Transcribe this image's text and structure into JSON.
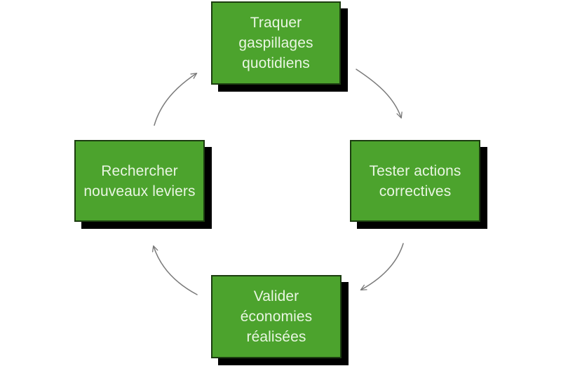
{
  "diagram": {
    "type": "cycle",
    "orientation": "clockwise",
    "background_color": "#ffffff",
    "node_fill_color": "#4CA32D",
    "node_border_color": "#1c3d10",
    "node_shadow_color": "#000000",
    "node_text_color": "#e9f6e2",
    "arrow_color": "#7a7a7a",
    "nodes": [
      {
        "id": "track",
        "position": "top",
        "label": "Traquer\ngaspillages\nquotidiens",
        "line1": "Traquer",
        "line2": "gaspillages",
        "line3": "quotidiens"
      },
      {
        "id": "test",
        "position": "right",
        "label": "Tester actions\ncorrectives",
        "line1": "Tester actions",
        "line2": "correctives",
        "line3": ""
      },
      {
        "id": "validate",
        "position": "bottom",
        "label": "Valider\néconomies\nréalisées",
        "line1": "Valider",
        "line2": "économies",
        "line3": "réalisées"
      },
      {
        "id": "search",
        "position": "left",
        "label": "Rechercher\nnouveaux leviers",
        "line1": "Rechercher",
        "line2": "nouveaux leviers",
        "line3": ""
      }
    ],
    "arrows": [
      {
        "id": "arrow-top-to-right",
        "from": "track",
        "to": "test",
        "direction": "down-right"
      },
      {
        "id": "arrow-right-to-bottom",
        "from": "test",
        "to": "validate",
        "direction": "down-left"
      },
      {
        "id": "arrow-bottom-to-left",
        "from": "validate",
        "to": "search",
        "direction": "up-left"
      },
      {
        "id": "arrow-left-to-top",
        "from": "search",
        "to": "track",
        "direction": "up-right"
      }
    ]
  }
}
